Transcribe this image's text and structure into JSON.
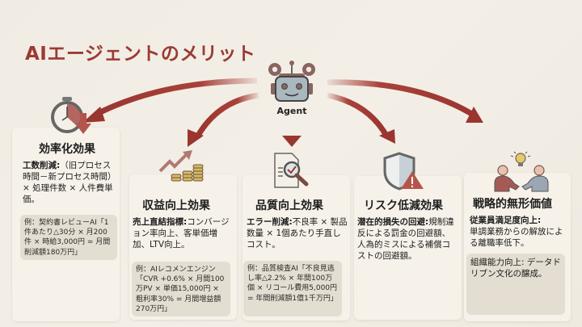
{
  "title": "AIエージェントのメリット",
  "center": {
    "label": "Agent",
    "icon": "robot-with-gears-icon"
  },
  "colors": {
    "accent": "#9a3b33",
    "card_bg": "#f6f2ea",
    "example_bg": "#e4ded2",
    "background": "#f1ece3"
  },
  "cards": [
    {
      "icon": "stopwatch-down-arrow-icon",
      "title": "効率化効果",
      "body_bold": "工数削減:",
      "body_text": "（旧プロセス時間－新プロセス時間）× 処理件数 × 人件費単価。",
      "example": "例：契約書レビューAI「1件あたり△30分 × 月200件 × 時給3,000円 = 月間削減額180万円」"
    },
    {
      "icon": "rising-chart-coins-icon",
      "title": "収益向上効果",
      "body_bold": "売上直結指標:",
      "body_text": "コンバージョン率向上、客単価増加、LTV向上。",
      "example": "例：AIレコメンエンジン「CVR +0.6% × 月間100万PV × 単価15,000円 × 粗利率30% = 月間増益額270万円」"
    },
    {
      "icon": "document-magnifier-check-icon",
      "title": "品質向上効果",
      "body_bold": "エラー削減:",
      "body_text": "不良率 × 製品数量 × 1個あたり手直しコスト。",
      "example": "例：品質検査AI「不良見逃し率△2.2% × 年間100万個 × リコール費用5,000円 = 年間削減額1億1千万円」"
    },
    {
      "icon": "shield-warning-icon",
      "title": "リスク低減効果",
      "body_bold": "潜在的損失の回避:",
      "body_text": "規制違反による罰金の回避額、人為的ミスによる補償コストの回避額。",
      "example": ""
    },
    {
      "icon": "handshake-lightbulb-icon",
      "title": "戦略的無形価値",
      "body_bold": "従業員満足度向上:",
      "body_text": "単調業務からの解放による離職率低下。",
      "example": "組織能力向上: データドリブン文化の醸成。"
    }
  ]
}
